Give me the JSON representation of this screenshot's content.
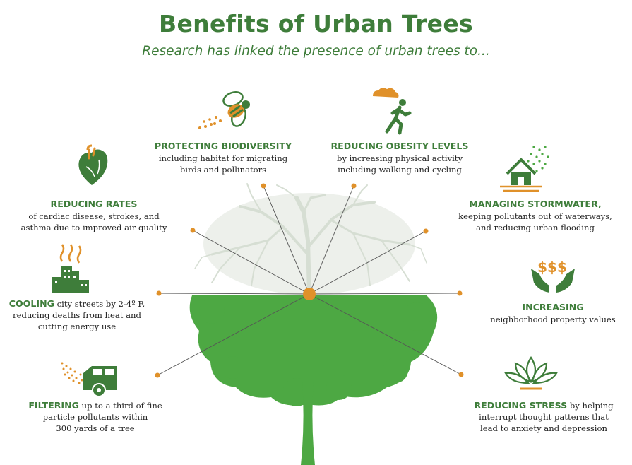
{
  "title": "Benefits of Urban Trees",
  "subtitle": "Research has linked the presence of urban trees to...",
  "colors": {
    "green": "#3e7d3a",
    "orange": "#e0912a",
    "light_green": "#4da843",
    "pale_tree": "#d6ded3"
  },
  "benefits": [
    {
      "icon": "bee-icon",
      "heading": "PROTECTING BIODIVERSITY",
      "lines": [
        "including habitat for migrating",
        "birds and pollinators"
      ]
    },
    {
      "icon": "running-person-icon",
      "heading": "REDUCING OBESITY LEVELS",
      "lines": [
        "by increasing physical activity",
        "including walking and cycling"
      ]
    },
    {
      "icon": "heart-icon",
      "heading": "REDUCING RATES",
      "lines": [
        "of cardiac disease, strokes, and",
        "asthma due to improved air quality"
      ]
    },
    {
      "icon": "house-rain-icon",
      "heading": "MANAGING STORMWATER,",
      "lines": [
        "keeping pollutants out of waterways,",
        "and reducing urban flooding"
      ]
    },
    {
      "icon": "hot-city-icon",
      "heading": "COOLING",
      "inline": " city streets by 2-4º F,",
      "lines": [
        "reducing deaths from heat and",
        "cutting energy use"
      ]
    },
    {
      "icon": "hands-dollars-icon",
      "heading": "INCREASING",
      "lines": [
        "neighborhood property values"
      ]
    },
    {
      "icon": "truck-exhaust-icon",
      "heading": "FILTERING",
      "inline": " up to a third of fine",
      "lines": [
        "particle pollutants within",
        "300 yards of a tree"
      ]
    },
    {
      "icon": "lotus-icon",
      "heading": "REDUCING STRESS",
      "inline": " by helping",
      "lines": [
        "interrupt thought patterns that",
        "lead to anxiety and depression"
      ]
    }
  ],
  "dollar_icon_text": "$$$"
}
